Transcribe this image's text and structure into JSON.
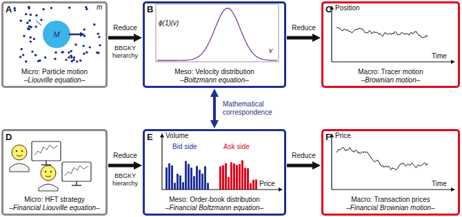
{
  "diagram": {
    "nodes": [
      {
        "text": [
          "A",
          "Micro: Particle motion",
          "–Liouville equation–"
        ]
      },
      {
        "text": [
          "B",
          "Meso: Velocity distribution",
          "–Boltzmann equation–"
        ]
      },
      {
        "text": [
          "C",
          "Macro: Tracer motion",
          "–Brownian motion–"
        ]
      },
      {
        "text": [
          "D",
          "Micro: HFT strategy",
          "–Financial Liouville equation–"
        ]
      },
      {
        "text": [
          "E",
          "Meso: Order-book distribution",
          "–Financial Boltzmann equation–"
        ]
      },
      {
        "text": [
          "F",
          "Macro: Transaction prices",
          "–Financial Brownian motion–"
        ]
      }
    ],
    "edges": [
      {
        "from": 0,
        "to": 1,
        "arrow": "to",
        "label": "Reduce"
      },
      {
        "from": 1,
        "to": 2,
        "arrow": "to",
        "label": "Reduce"
      },
      {
        "from": 3,
        "to": 4,
        "arrow": "to",
        "label": "Reduce"
      },
      {
        "from": 4,
        "to": 5,
        "arrow": "to",
        "label": "Reduce"
      },
      {
        "from": 1,
        "to": 4,
        "arrow": "both",
        "label": "Mathematical correspondence"
      }
    ],
    "labels": [
      "BBGKY hierarchy",
      "BBGKY hierarchy",
      "m",
      "M",
      "ϕ(1)(v)",
      "v",
      "Position",
      "Time",
      "Volume",
      "Bid side",
      "Ask side",
      "Price",
      "Price",
      "Time"
    ]
  }
}
